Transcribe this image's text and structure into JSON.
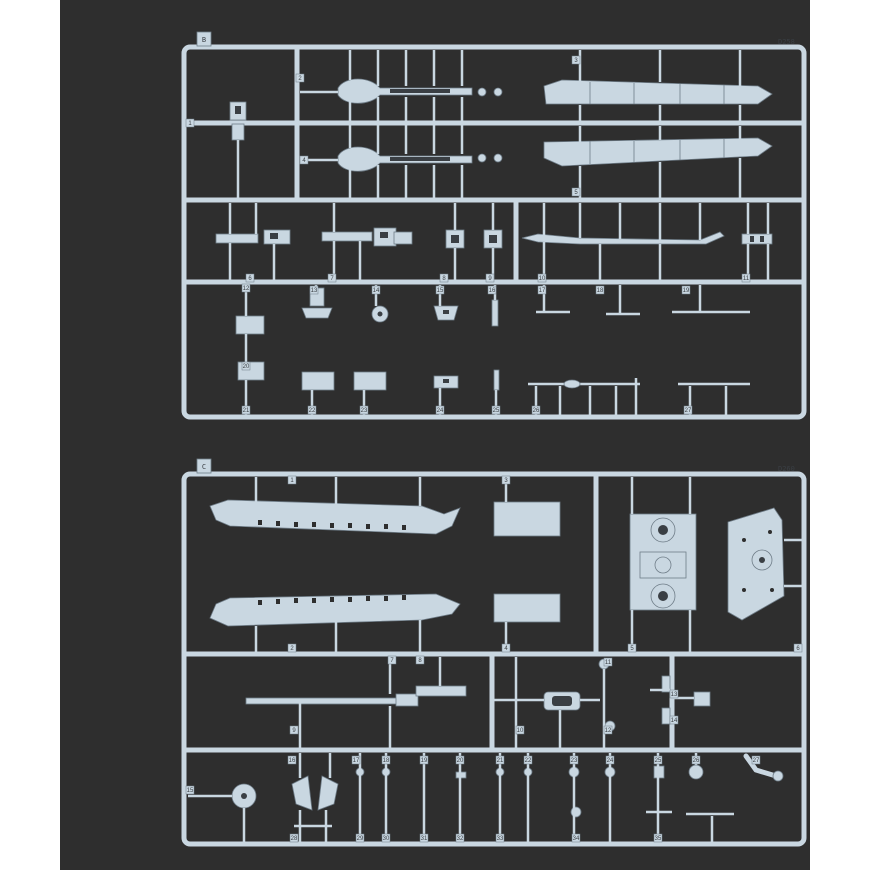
{
  "sprues": [
    {
      "id": "top",
      "letter": "B",
      "code": "D258",
      "part_numbers": [
        "1",
        "2",
        "3",
        "4",
        "5",
        "6",
        "7",
        "8",
        "9",
        "10",
        "11",
        "12",
        "13",
        "14",
        "15",
        "16",
        "17",
        "18",
        "19",
        "20",
        "21",
        "22",
        "23",
        "24",
        "25",
        "26",
        "27"
      ]
    },
    {
      "id": "bottom",
      "letter": "C",
      "code": "D260",
      "part_numbers": [
        "1",
        "2",
        "3",
        "4",
        "5",
        "6",
        "7",
        "8",
        "9",
        "10",
        "11",
        "12",
        "13",
        "14",
        "15",
        "16",
        "17",
        "18",
        "19",
        "20",
        "21",
        "22",
        "23",
        "24",
        "25",
        "26",
        "27",
        "28",
        "29",
        "30",
        "31",
        "32",
        "33",
        "34",
        "35"
      ]
    }
  ],
  "colors": {
    "background": "#2e2e2e",
    "plastic": "#c9d7e1",
    "outline": "#6f7d88",
    "dark_detail": "#3a3f44"
  }
}
